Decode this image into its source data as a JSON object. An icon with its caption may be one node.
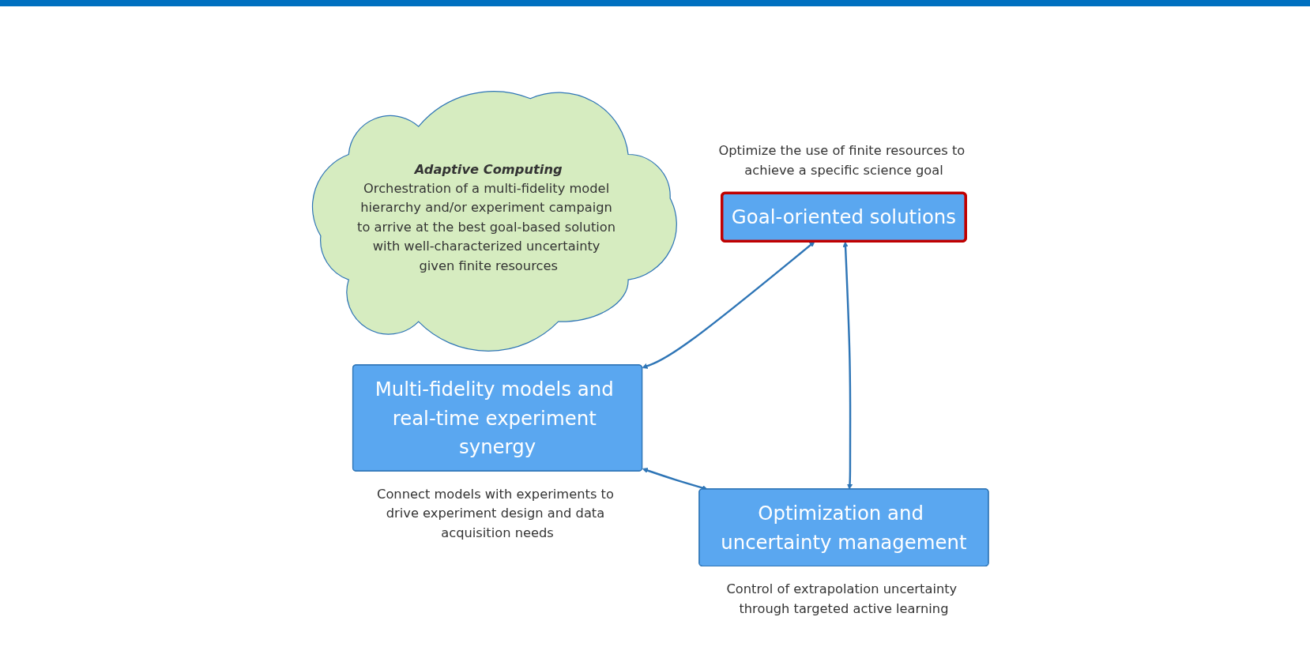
{
  "diagram": {
    "nodes": [
      {
        "text": [
          "Adaptive Computing",
          "Orchestration of a multi-fidelity model hierarchy and/or experiment campaign to arrive at the best goal-based solution with well-characterized uncertainty given finite resources"
        ]
      },
      {
        "text": [
          "Goal-oriented solutions"
        ],
        "beside": [
          "Optimize the use of finite resources to achieve a specific science goal"
        ]
      },
      {
        "text": [
          "Multi-fidelity models and real-time experiment synergy"
        ],
        "beside": [
          "Connect models with experiments to drive experiment design and data acquisition needs"
        ]
      },
      {
        "text": [
          "Optimization and uncertainty management"
        ],
        "beside": [
          "Control of extrapolation uncertainty through targeted active learning"
        ]
      }
    ],
    "edges": [
      {
        "from": 1,
        "to": 2,
        "arrow": "both"
      },
      {
        "from": 1,
        "to": 3,
        "arrow": "both"
      },
      {
        "from": 2,
        "to": 3,
        "arrow": "both"
      }
    ]
  }
}
